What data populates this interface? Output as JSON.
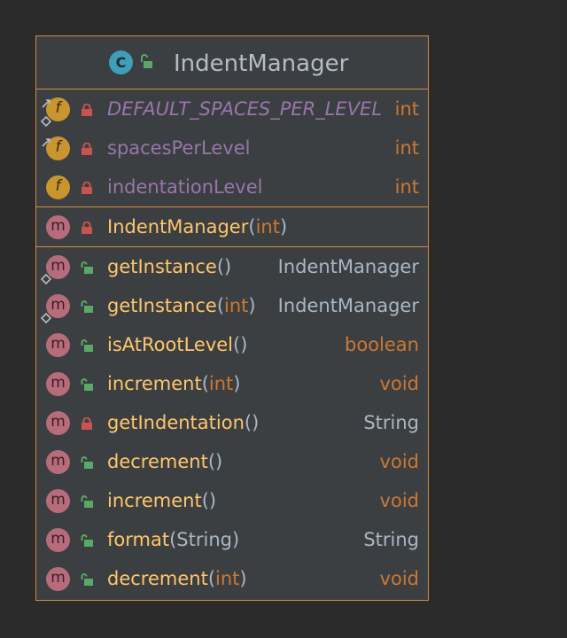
{
  "class": {
    "badge_letter": "C",
    "name": "IndentManager"
  },
  "fields": [
    {
      "name": "DEFAULT_SPACES_PER_LEVEL",
      "type": "int",
      "static": true,
      "final": true,
      "visibility": "private"
    },
    {
      "name": "spacesPerLevel",
      "type": "int",
      "static": false,
      "final": true,
      "visibility": "private"
    },
    {
      "name": "indentationLevel",
      "type": "int",
      "static": false,
      "final": false,
      "visibility": "private"
    }
  ],
  "constructors": [
    {
      "name": "IndentManager",
      "open": "(",
      "param": "int",
      "close": ")",
      "visibility": "private"
    }
  ],
  "methods": [
    {
      "name": "getInstance",
      "open": "(",
      "param": "",
      "close": ")",
      "type": "IndentManager",
      "type_kind": "class",
      "visibility": "public",
      "static": true
    },
    {
      "name": "getInstance",
      "open": "(",
      "param": "int",
      "close": ")",
      "type": "IndentManager",
      "type_kind": "class",
      "visibility": "public",
      "static": true
    },
    {
      "name": "isAtRootLevel",
      "open": "(",
      "param": "",
      "close": ")",
      "type": "boolean",
      "type_kind": "keyword",
      "visibility": "public",
      "static": false
    },
    {
      "name": "increment",
      "open": "(",
      "param": "int",
      "close": ")",
      "type": "void",
      "type_kind": "keyword",
      "visibility": "public",
      "static": false
    },
    {
      "name": "getIndentation",
      "open": "(",
      "param": "",
      "close": ")",
      "type": "String",
      "type_kind": "class",
      "visibility": "private",
      "static": false
    },
    {
      "name": "decrement",
      "open": "(",
      "param": "",
      "close": ")",
      "type": "void",
      "type_kind": "keyword",
      "visibility": "public",
      "static": false
    },
    {
      "name": "increment",
      "open": "(",
      "param": "",
      "close": ")",
      "type": "void",
      "type_kind": "keyword",
      "visibility": "public",
      "static": false
    },
    {
      "name": "format",
      "open": "(",
      "param": "String",
      "param_kind": "class",
      "close": ")",
      "type": "String",
      "type_kind": "class",
      "visibility": "public",
      "static": false
    },
    {
      "name": "decrement",
      "open": "(",
      "param": "int",
      "close": ")",
      "type": "void",
      "type_kind": "keyword",
      "visibility": "public",
      "static": false
    }
  ],
  "badges": {
    "field_letter": "f",
    "method_letter": "m"
  },
  "colors": {
    "background": "#2b2b2b",
    "box_fill": "#3c3f41",
    "border": "#d48a3b",
    "class_name": "#b4bcc6",
    "field_name": "#9876aa",
    "method_name": "#ffc66d",
    "keyword_type": "#cc7832",
    "class_type": "#a9b7c6",
    "private_lock": "#c75450",
    "public_lock": "#59a869"
  }
}
